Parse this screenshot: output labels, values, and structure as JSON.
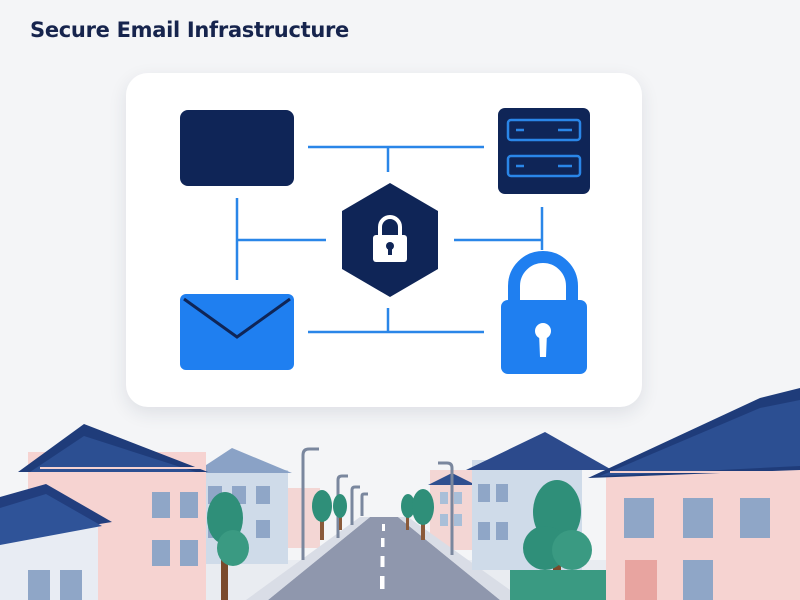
{
  "header": {
    "title": "Secure Email Infrastructure"
  },
  "diagram": {
    "nodes": [
      {
        "id": "workstation",
        "icon": "monitor-icon"
      },
      {
        "id": "server",
        "icon": "server-rack-icon"
      },
      {
        "id": "hub",
        "icon": "lock-hexagon-icon"
      },
      {
        "id": "mail",
        "icon": "envelope-icon"
      },
      {
        "id": "security",
        "icon": "padlock-icon"
      }
    ],
    "colors": {
      "navy": "#0f2557",
      "blue": "#1f7ff0",
      "line": "#2a86e8",
      "card": "#ffffff"
    }
  },
  "scene": {
    "icons": [
      "street-icon",
      "house-icon",
      "tree-icon",
      "streetlight-icon"
    ]
  }
}
